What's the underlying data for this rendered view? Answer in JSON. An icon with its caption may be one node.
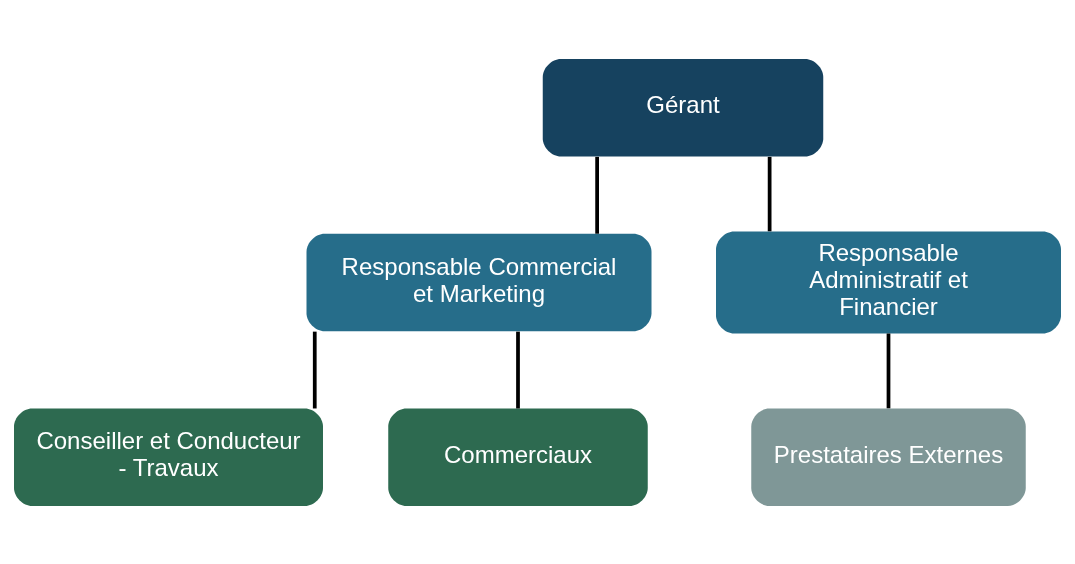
{
  "diagram": {
    "nodes": [
      {
        "text": [
          "Gérant"
        ]
      },
      {
        "text": [
          "Responsable Commercial et Marketing"
        ]
      },
      {
        "text": [
          "Responsable Administratif et Financier"
        ]
      },
      {
        "text": [
          "Conseiller et Conducteur - Travaux"
        ]
      },
      {
        "text": [
          "Commerciaux"
        ]
      },
      {
        "text": [
          "Prestataires Externes"
        ]
      }
    ],
    "edges": [
      {
        "from": 0,
        "to": 1,
        "arrow": "none"
      },
      {
        "from": 0,
        "to": 2,
        "arrow": "none"
      },
      {
        "from": 1,
        "to": 3,
        "arrow": "none"
      },
      {
        "from": 1,
        "to": 4,
        "arrow": "none"
      },
      {
        "from": 2,
        "to": 5,
        "arrow": "none"
      }
    ]
  }
}
